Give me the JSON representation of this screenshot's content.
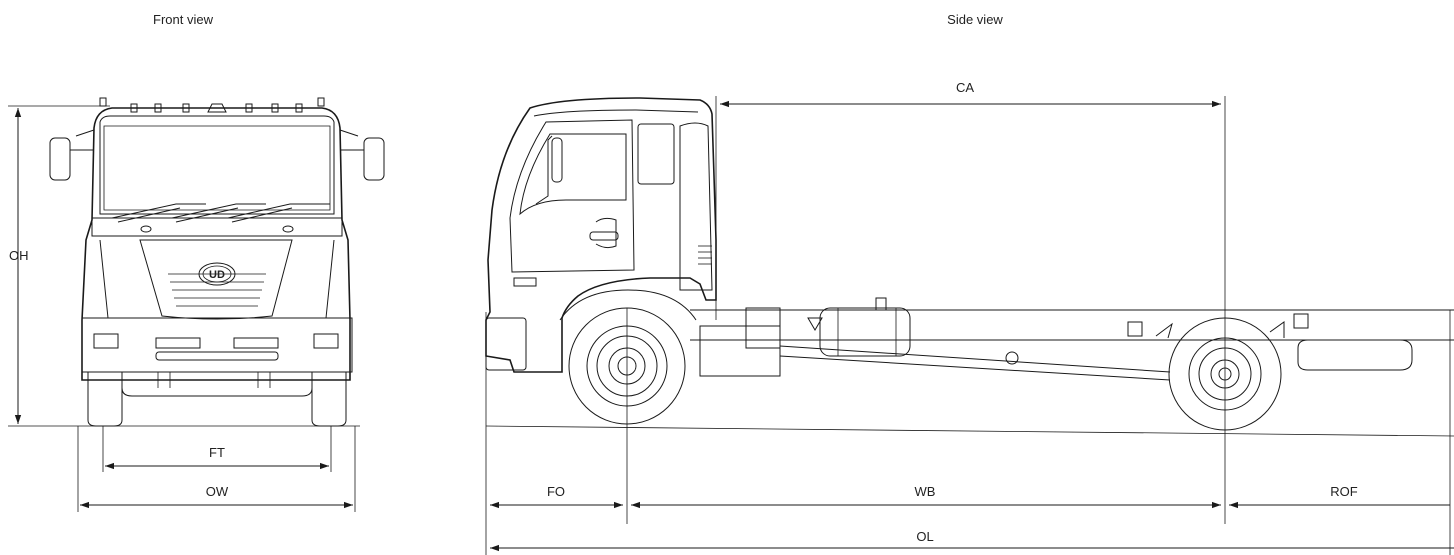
{
  "views": {
    "front": "Front view",
    "side": "Side view"
  },
  "dimensions": {
    "oh": "OH",
    "ft": "FT",
    "ow": "OW",
    "ca": "CA",
    "fo": "FO",
    "wb": "WB",
    "rof": "ROF",
    "ol": "OL"
  },
  "badge": "UD",
  "colors": {
    "line": "#1a1a1a",
    "background": "#ffffff"
  }
}
